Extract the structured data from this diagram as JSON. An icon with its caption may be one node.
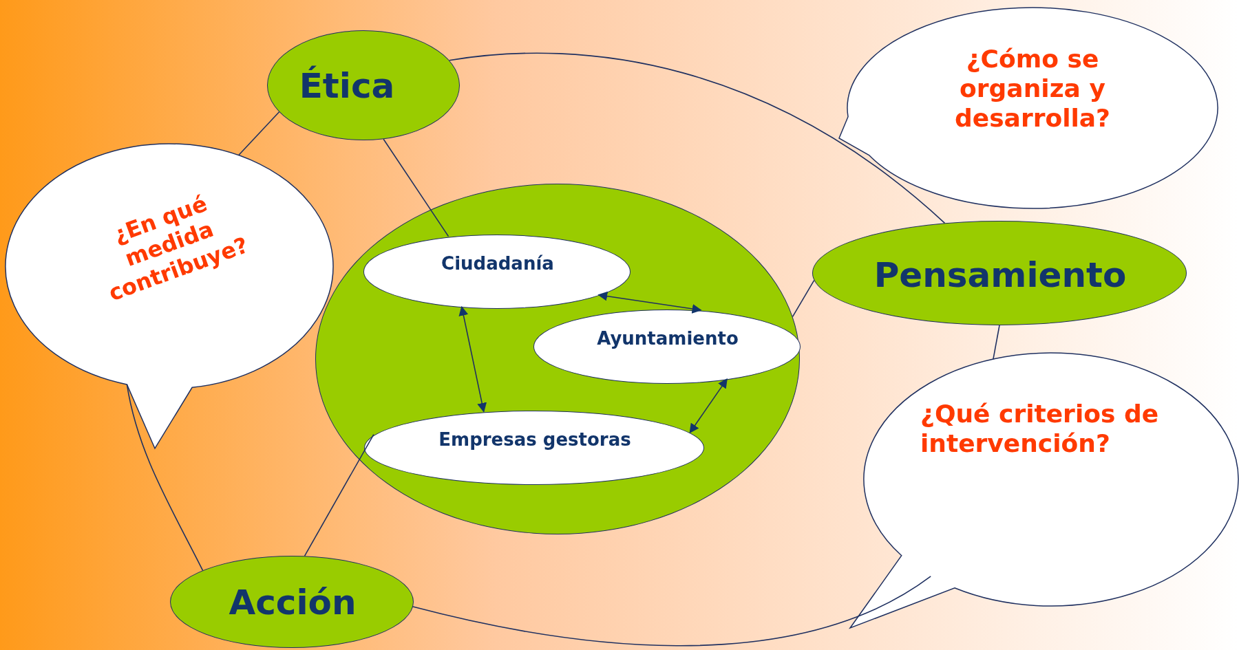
{
  "diagram": {
    "nodes": [
      {
        "text": [
          "Ética"
        ]
      },
      {
        "text": [],
        "shape": "circle"
      },
      {
        "text": [
          "Ciudadanía"
        ],
        "in": 1
      },
      {
        "text": [
          "Ayuntamiento"
        ],
        "in": 1
      },
      {
        "text": [
          "Empresas gestoras"
        ],
        "in": 1
      },
      {
        "text": [
          "Pensamiento"
        ]
      },
      {
        "text": [
          "Acción"
        ]
      },
      {
        "text": [
          "¿En qué medida contribuye?"
        ]
      },
      {
        "text": [
          "¿Cómo se organiza y desarrolla?"
        ]
      },
      {
        "text": [
          "¿Qué criterios de intervención?"
        ]
      }
    ],
    "edges": [
      {
        "from": 0,
        "to": 7,
        "arrow": "none"
      },
      {
        "from": 0,
        "to": 2,
        "arrow": "none"
      },
      {
        "from": 0,
        "to": 5,
        "arrow": "none"
      },
      {
        "from": 1,
        "to": 5,
        "arrow": "none"
      },
      {
        "from": 5,
        "to": 9,
        "arrow": "none"
      },
      {
        "from": 6,
        "to": 7,
        "arrow": "none"
      },
      {
        "from": 6,
        "to": 4,
        "arrow": "none"
      },
      {
        "from": 6,
        "to": 9,
        "arrow": "none"
      },
      {
        "from": 2,
        "to": 3,
        "arrow": "both"
      },
      {
        "from": 2,
        "to": 4,
        "arrow": "both"
      },
      {
        "from": 3,
        "to": 4,
        "arrow": "both"
      }
    ]
  }
}
